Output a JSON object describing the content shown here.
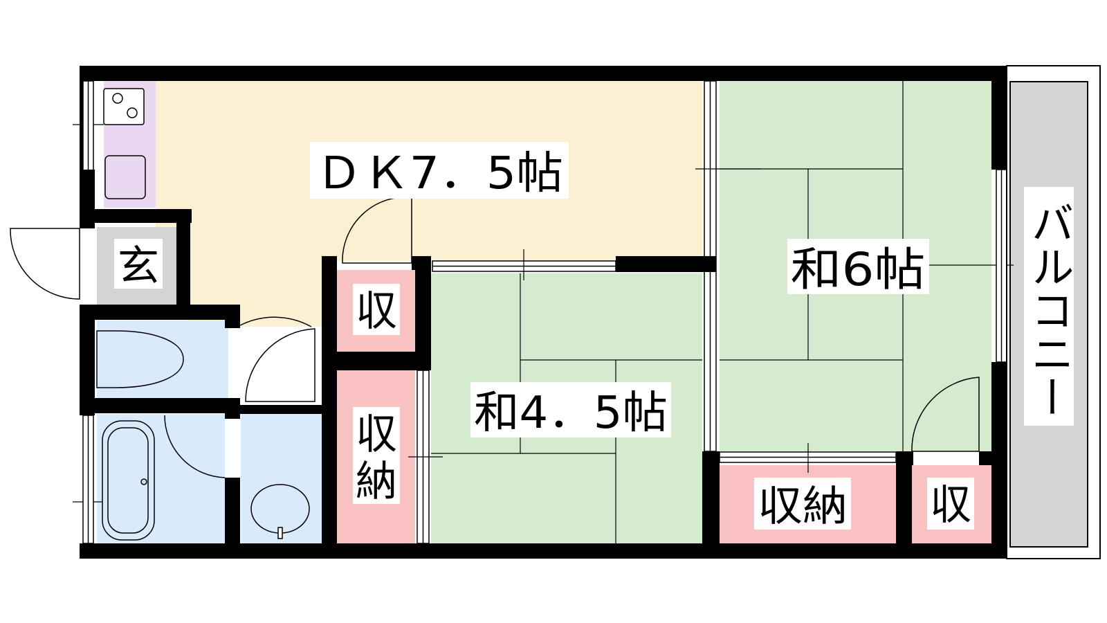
{
  "rooms": {
    "dk": {
      "label": "ＤＫ7．5帖"
    },
    "washitsu6": {
      "label": "和6帖"
    },
    "washitsu45": {
      "label": "和4．5帖"
    },
    "genkan": {
      "label": "玄"
    },
    "balcony": {
      "label": "バルコニー"
    },
    "storage_small_left": {
      "label": "収"
    },
    "storage_tall": {
      "label_line1": "収",
      "label_line2": "納"
    },
    "storage_bottom": {
      "label": "収納"
    },
    "storage_small_right": {
      "label": "収"
    }
  },
  "colors": {
    "wall": "#000000",
    "dk_floor": "#fcf0d3",
    "tatami": "#d5ebcf",
    "wet_area": "#d9eafb",
    "kitchen": "#ead7f1",
    "storage": "#f9c1c1",
    "genkan": "#d4d4d4",
    "balcony": "#d4d4d4"
  }
}
